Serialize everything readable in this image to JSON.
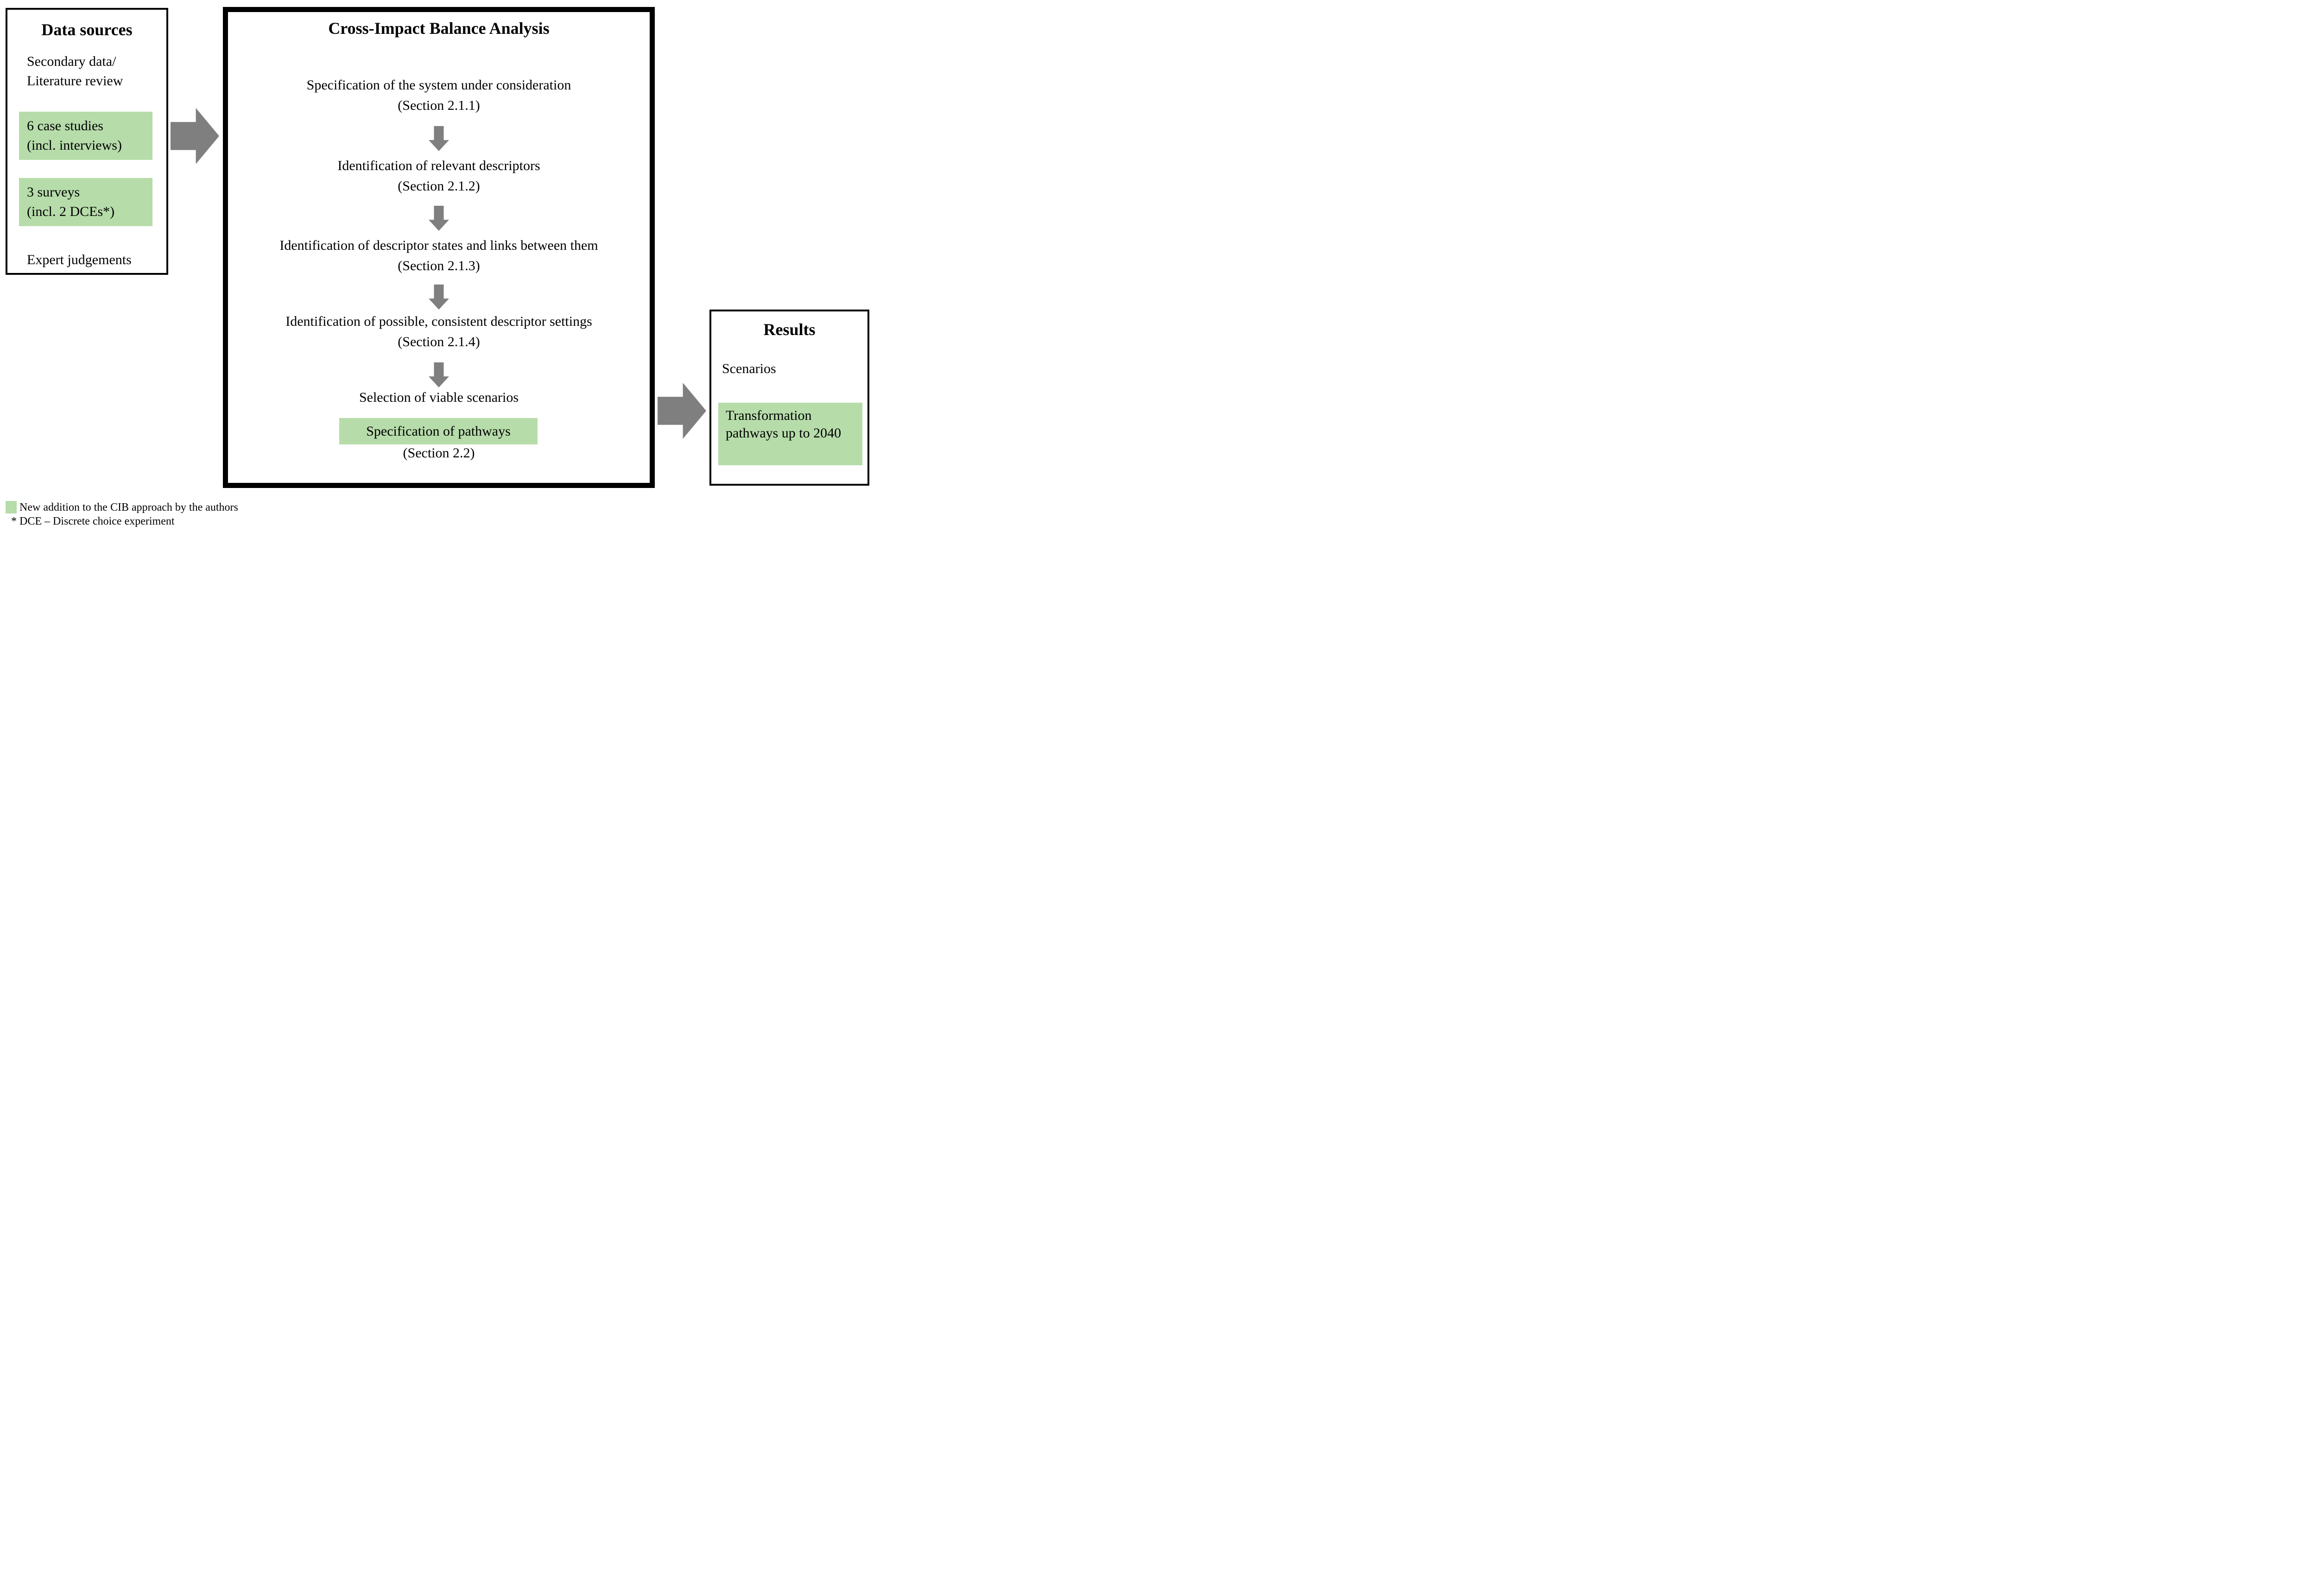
{
  "colors": {
    "highlight_green": "#b6dcaa",
    "arrow_gray": "#7f7f7f",
    "border_black": "#000000"
  },
  "data_sources": {
    "title": "Data sources",
    "secondary": {
      "line1": "Secondary data/",
      "line2": "Literature review"
    },
    "case_studies": {
      "line1": "6 case studies",
      "line2": "(incl. interviews)"
    },
    "surveys": {
      "line1": "3 surveys",
      "line2": "(incl. 2 DCEs*)"
    },
    "expert": "Expert judgements"
  },
  "cib": {
    "title": "Cross-Impact Balance Analysis",
    "steps": [
      {
        "text": "Specification of the system under consideration",
        "section": "(Section 2.1.1)"
      },
      {
        "text": "Identification of relevant descriptors",
        "section": "(Section 2.1.2)"
      },
      {
        "text": "Identification of descriptor states and links between them",
        "section": "(Section 2.1.3)"
      },
      {
        "text": "Identification of possible, consistent descriptor settings",
        "section": "(Section 2.1.4)"
      }
    ],
    "selection": "Selection of viable scenarios",
    "pathways": "Specification of pathways",
    "section_2_2": "(Section 2.2)"
  },
  "results": {
    "title": "Results",
    "scenarios": "Scenarios",
    "transformation": "Transformation pathways up to 2040"
  },
  "legend": {
    "green_note": "New addition to the CIB approach by the authors",
    "dce_footnote": "* DCE – Discrete choice experiment"
  }
}
